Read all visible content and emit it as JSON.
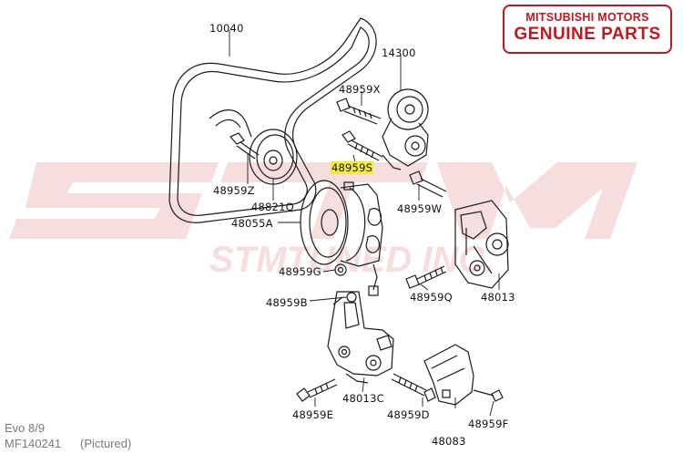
{
  "brand": {
    "line1": "MITSUBISHI MOTORS",
    "line2": "GENUINE PARTS"
  },
  "watermark": {
    "main": "STM",
    "sub": "STMTUNED INC."
  },
  "parts": {
    "p10040": "10040",
    "p14300": "14300",
    "p48959X": "48959X",
    "p48959S": "48959S",
    "p48959Z": "48959Z",
    "p48821Q": "48821Q",
    "p48055A": "48055A",
    "p48959W": "48959W",
    "p48959G": "48959G",
    "p48959Q": "48959Q",
    "p48013": "48013",
    "p48959B": "48959B",
    "p48013C": "48013C",
    "p48959E": "48959E",
    "p48959D": "48959D",
    "p48959F": "48959F",
    "p48083": "48083"
  },
  "footer": {
    "model": "Evo 8/9",
    "diagram_code": "MF140241",
    "status": "(Pictured)"
  },
  "colors": {
    "brand_red": "#c4161c",
    "highlight": "#f3ea3a",
    "line": "#1a1a1a",
    "watermark": "#f6dcdc"
  }
}
